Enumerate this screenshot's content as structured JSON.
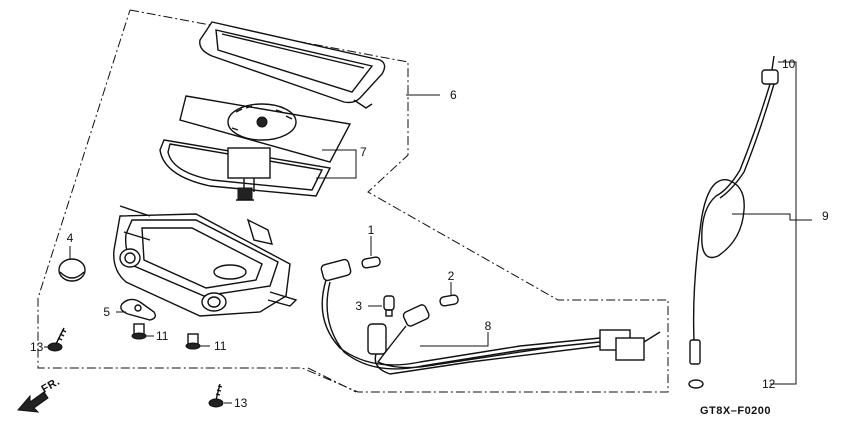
{
  "diagram": {
    "callouts": {
      "c1": "1",
      "c2": "2",
      "c3": "3",
      "c4": "4",
      "c5": "5",
      "c6": "6",
      "c7": "7",
      "c8": "8",
      "c9": "9",
      "c10": "10",
      "c11a": "11",
      "c11b": "11",
      "c12": "12",
      "c13a": "13",
      "c13b": "13"
    },
    "direction_label": "FR.",
    "figure_code": "GT8X–F0200"
  }
}
